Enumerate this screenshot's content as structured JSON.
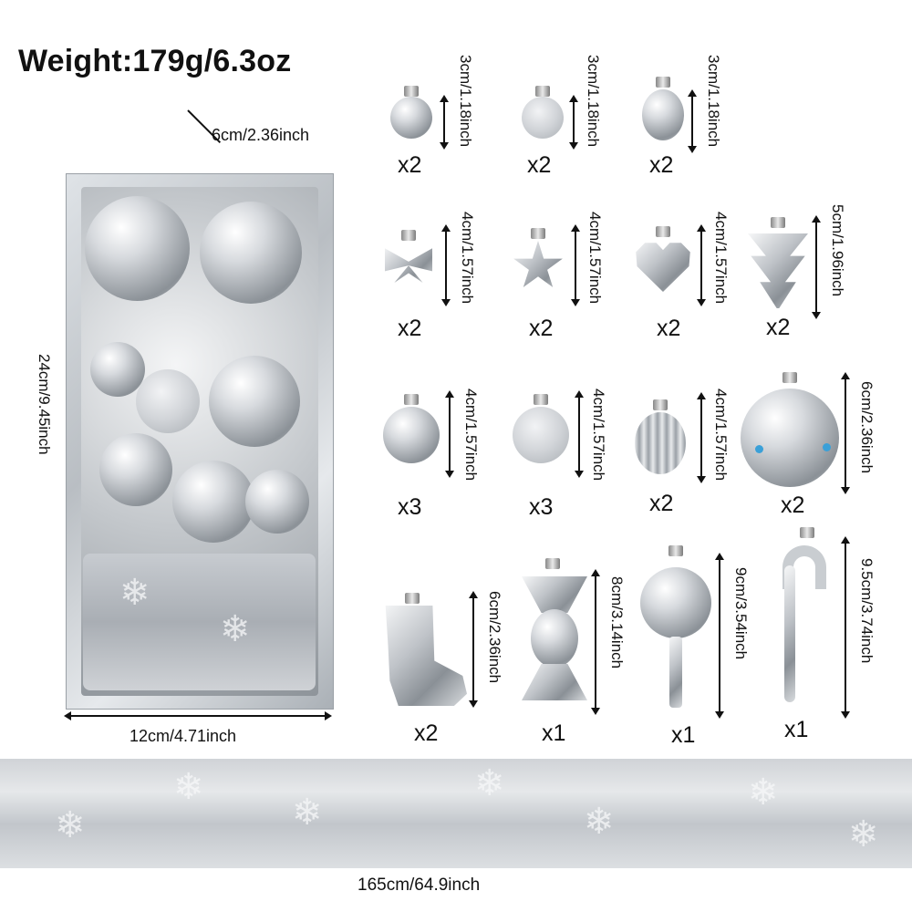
{
  "weight_label": "Weight:179g/6.3oz",
  "box_dims": {
    "depth": "6cm/2.36inch",
    "height": "24cm/9.45inch",
    "width": "12cm/4.71inch"
  },
  "ribbon_length": "165cm/64.9inch",
  "ornaments": [
    {
      "size": "3cm/1.18inch",
      "qty": "x2",
      "shape": "shiny-ball"
    },
    {
      "size": "3cm/1.18inch",
      "qty": "x2",
      "shape": "matte-ball"
    },
    {
      "size": "3cm/1.18inch",
      "qty": "x2",
      "shape": "shiny-ball"
    },
    {
      "size": "4cm/1.57inch",
      "qty": "x2",
      "shape": "bow"
    },
    {
      "size": "4cm/1.57inch",
      "qty": "x2",
      "shape": "star"
    },
    {
      "size": "4cm/1.57inch",
      "qty": "x2",
      "shape": "heart"
    },
    {
      "size": "5cm/1.96inch",
      "qty": "x2",
      "shape": "tree"
    },
    {
      "size": "4cm/1.57inch",
      "qty": "x3",
      "shape": "shiny-ball"
    },
    {
      "size": "4cm/1.57inch",
      "qty": "x3",
      "shape": "matte-ball"
    },
    {
      "size": "4cm/1.57inch",
      "qty": "x2",
      "shape": "ribbed-ball"
    },
    {
      "size": "6cm/2.36inch",
      "qty": "x2",
      "shape": "glitter-ball"
    },
    {
      "size": "6cm/2.36inch",
      "qty": "x2",
      "shape": "boot"
    },
    {
      "size": "8cm/3.14inch",
      "qty": "x1",
      "shape": "candy"
    },
    {
      "size": "9cm/3.54inch",
      "qty": "x1",
      "shape": "lollipop"
    },
    {
      "size": "9.5cm/3.74inch",
      "qty": "x1",
      "shape": "candy-cane"
    }
  ]
}
